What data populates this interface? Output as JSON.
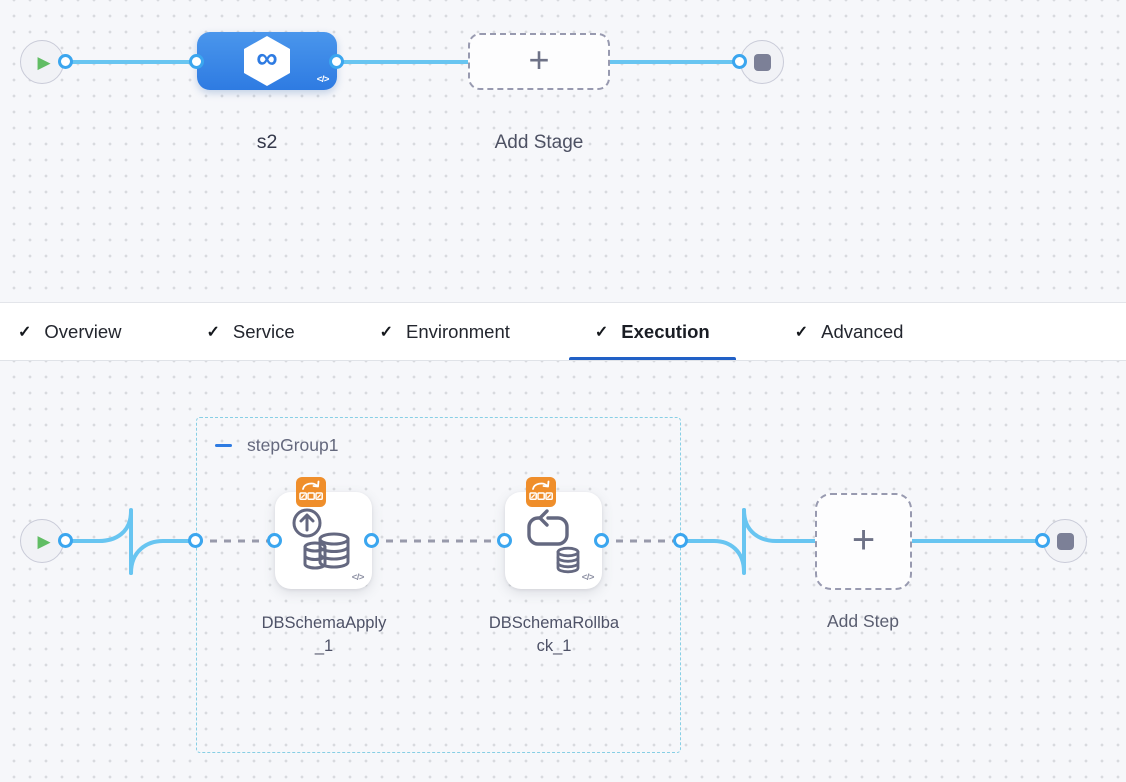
{
  "stage_graph": {
    "stage_label": "s2",
    "add_stage_label": "Add Stage"
  },
  "tabs": {
    "items": [
      {
        "label": "Overview",
        "checked": true,
        "active": false
      },
      {
        "label": "Service",
        "checked": true,
        "active": false
      },
      {
        "label": "Environment",
        "checked": true,
        "active": false
      },
      {
        "label": "Execution",
        "checked": true,
        "active": true
      },
      {
        "label": "Advanced",
        "checked": true,
        "active": false
      }
    ]
  },
  "execution_graph": {
    "step_group_label": "stepGroup1",
    "steps": [
      {
        "label": "DBSchemaApply_1"
      },
      {
        "label": "DBSchemaRollback_1"
      }
    ],
    "add_step_label": "Add Step"
  },
  "icons": {
    "check": "✓",
    "plus": "+",
    "code": "</>",
    "play": "▶",
    "infinity": "∞"
  },
  "colors": {
    "connector_blue": "#68c5f1",
    "port_ring": "#3ba6ef",
    "stage_blue": "#2e7be2",
    "active_tab_underline": "#2160c6",
    "badge_orange": "#ef8e2b",
    "step_group_border": "#87cfe5",
    "canvas_background": "#f6f7fa"
  }
}
